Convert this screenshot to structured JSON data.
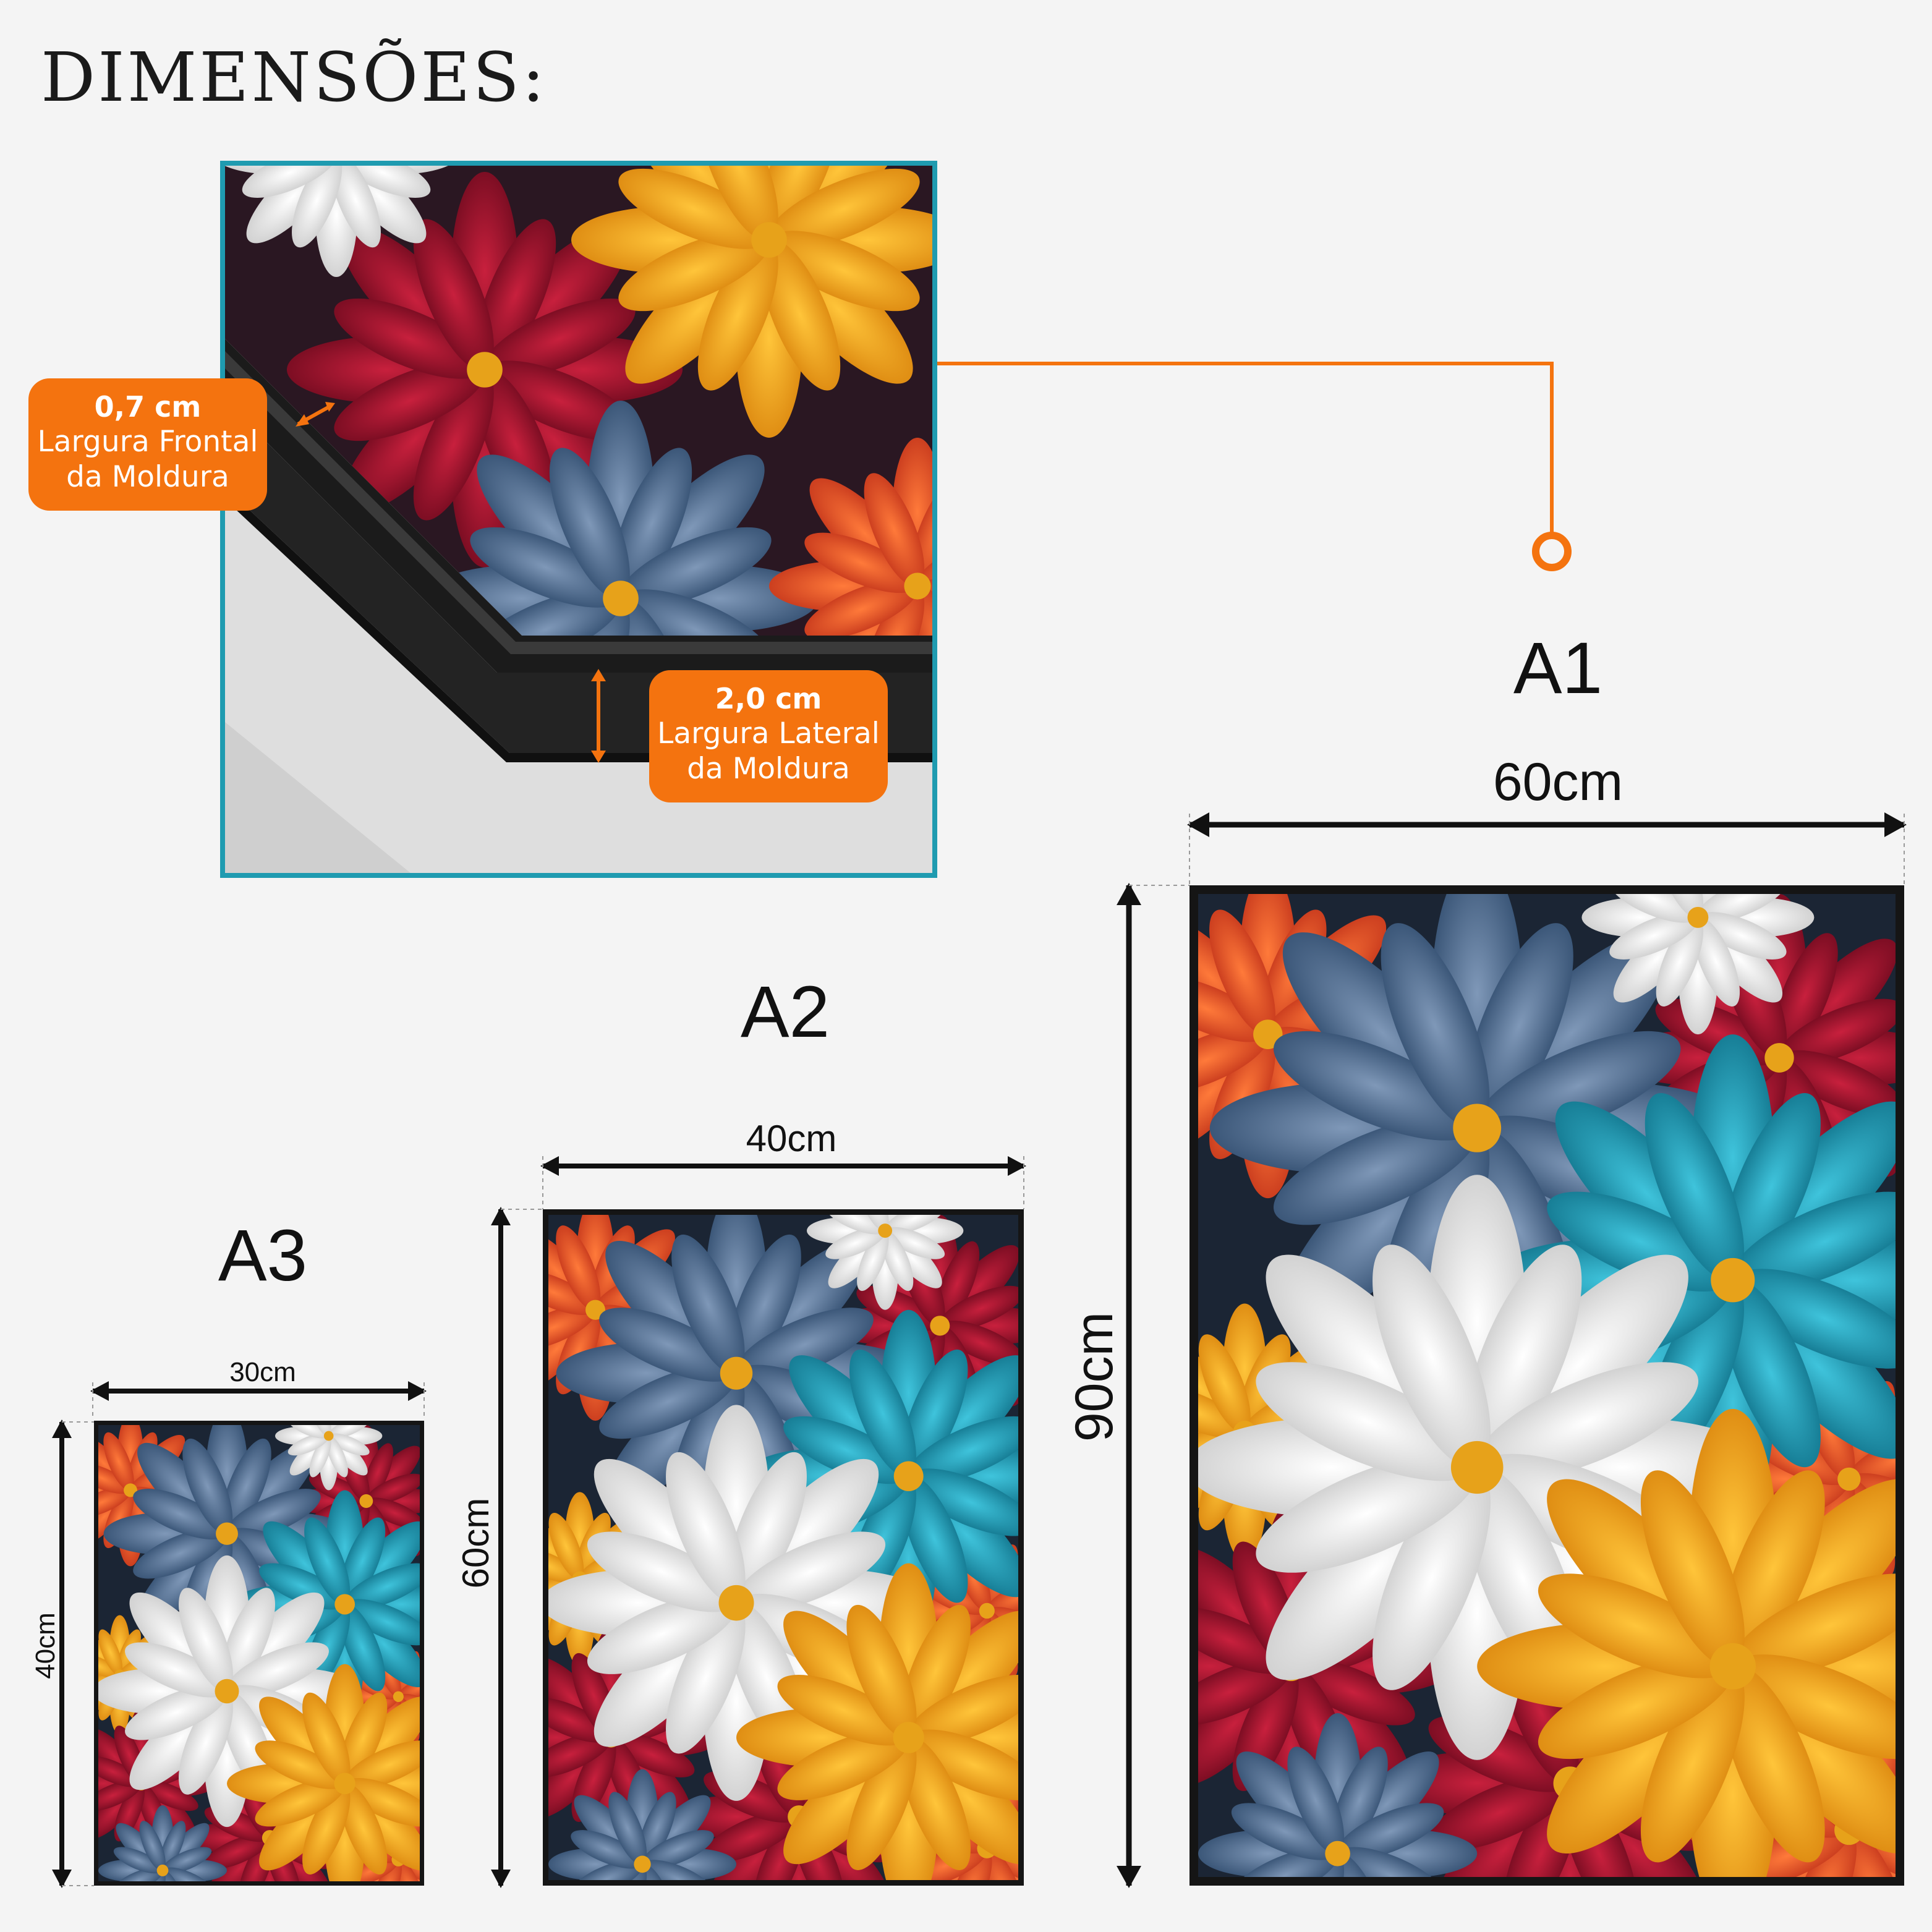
{
  "title": "DIMENSÕES:",
  "detail": {
    "front_badge": {
      "value": "0,7 cm",
      "line1": "Largura Frontal",
      "line2": "da Moldura"
    },
    "side_badge": {
      "value": "2,0 cm",
      "line1": "Largura Lateral",
      "line2": "da Moldura"
    }
  },
  "sizes": [
    {
      "name": "A3",
      "width": "30cm",
      "height": "40cm"
    },
    {
      "name": "A2",
      "width": "40cm",
      "height": "60cm"
    },
    {
      "name": "A1",
      "width": "60cm",
      "height": "90cm"
    }
  ],
  "colors": {
    "background": "#f4f4f4",
    "accent_orange": "#f4730f",
    "detail_border": "#1f9bb0",
    "frame": "#151515"
  }
}
